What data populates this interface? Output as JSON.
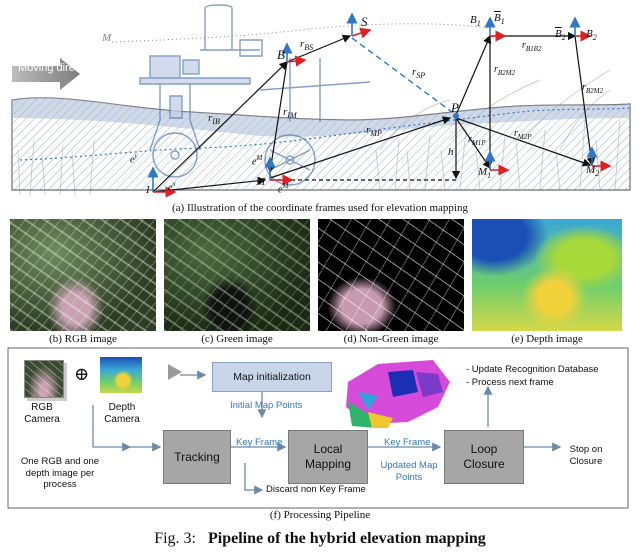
{
  "panel_a": {
    "moving_direction": "Moving direction",
    "caption": "(a) Illustration of the coordinate frames used for elevation mapping",
    "labels": {
      "M_top": "M",
      "S": "S",
      "B": "B",
      "r_BS": "r",
      "r_BS_sub": "BS",
      "r_SP": "r",
      "r_SP_sub": "SP",
      "r_IB": "r",
      "r_IB_sub": "IB",
      "r_IM": "r",
      "r_IM_sub": "IM",
      "r_MP": "r",
      "r_MP_sub": "MP",
      "P": "P",
      "h": "h",
      "I": "I",
      "M": "M",
      "M1": "M",
      "M1_sub": "1",
      "M2": "M",
      "M2_sub": "2",
      "B1": "B",
      "B1_sub": "1",
      "B1t": "B",
      "B1t_sub": "1",
      "B2": "B",
      "B2_sub": "2",
      "B2t": "B",
      "B2t_sub": "2",
      "r_B1B2": "r",
      "r_B1B2_sub": "B1B2",
      "r_B2M2": "r",
      "r_B2M2_sub": "B2M2",
      "r_B2M2b": "r",
      "r_B2M2b_sub": "B2M2",
      "r_M1P": "r",
      "r_M1P_sub": "M1P",
      "r_M2P": "r",
      "r_M2P_sub": "M2P",
      "e_y": "e",
      "e_y_sup": "y",
      "e_x": "e",
      "e_x_sup": "x",
      "e_zM": "e",
      "e_zM_sup": "M",
      "e_xM": "e",
      "e_xM_sup": "M"
    }
  },
  "panels_bcde": [
    {
      "caption": "(b) RGB image"
    },
    {
      "caption": "(c) Green image"
    },
    {
      "caption": "(d) Non-Green image"
    },
    {
      "caption": "(e) Depth image"
    }
  ],
  "panel_f": {
    "rgb_camera": "RGB\nCamera",
    "rgb_line1": "RGB",
    "rgb_line2": "Camera",
    "depth_line1": "Depth",
    "depth_line2": "Camera",
    "oplus": "⊕",
    "map_init": "Map initialization",
    "initial_map_points": "Initial Map Points",
    "tracking": "Tracking",
    "key_frame_1": "Key Frame",
    "local_mapping_1": "Local",
    "local_mapping_2": "Mapping",
    "key_frame_2": "Key Frame",
    "updated_map_1": "Updated Map",
    "updated_map_2": "Points",
    "loop_1": "Loop",
    "loop_2": "Closure",
    "stop_1": "Stop on",
    "stop_2": "Closure",
    "update_db": "- Update Recognition Database",
    "process_next": "- Process next frame",
    "one_rgb_1": "One RGB and one",
    "one_rgb_2": "depth image per",
    "one_rgb_3": "process",
    "discard": "Discard non Key Frame",
    "caption": "(f) Processing Pipeline"
  },
  "figure_caption": {
    "prefix": "Fig. 3:",
    "bold": "Pipeline of the hybrid elevation mapping"
  },
  "colors": {
    "accent_blue": "#2f78c4",
    "box_gray": "#a6a6a6",
    "map_box": "#c9d6ea",
    "soil": "#b8c7dd",
    "arrow_red": "#e02020"
  }
}
